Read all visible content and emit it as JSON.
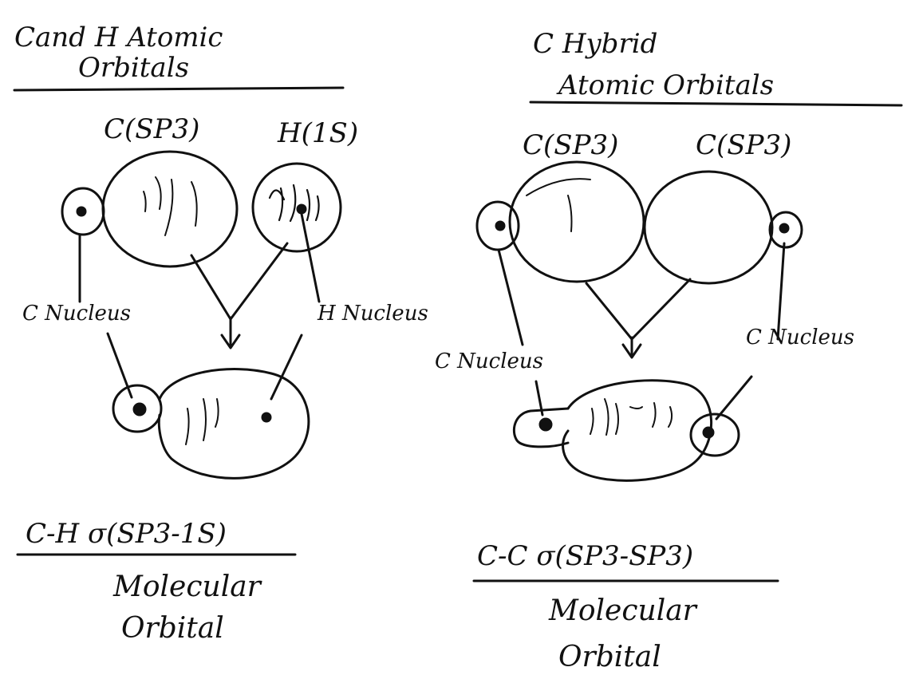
{
  "left": {
    "title_line1": "Cand H Atomic",
    "title_line2": "Orbitals",
    "orbital_a": "C(SP3)",
    "orbital_b": "H(1S)",
    "nucleus_left": "C Nucleus",
    "nucleus_right": "H Nucleus",
    "bond": "C-H σ(SP3-1S)",
    "mo_line1": "Molecular",
    "mo_line2": "Orbital"
  },
  "right": {
    "title_line1": "C Hybrid",
    "title_line2": "Atomic Orbitals",
    "orbital_a": "C(SP3)",
    "orbital_b": "C(SP3)",
    "nucleus_left": "C Nucleus",
    "nucleus_right": "C Nucleus",
    "bond": "C-C σ(SP3-SP3)",
    "mo_line1": "Molecular",
    "mo_line2": "Orbital"
  }
}
